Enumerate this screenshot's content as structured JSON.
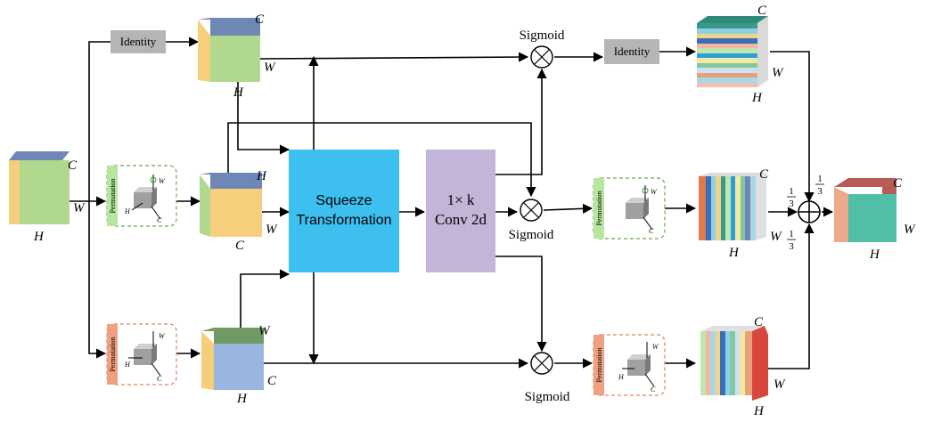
{
  "blocks": {
    "identity": "Identity",
    "squeeze_line1": "Squeeze",
    "squeeze_line2": "Transformation",
    "conv_line1": "1× k",
    "conv_line2": "Conv 2d",
    "sigmoid": "Sigmoid",
    "permutation": "Permutation"
  },
  "dims": {
    "C": "C",
    "H": "H",
    "W": "W"
  },
  "weights": {
    "num": "1",
    "den": "3"
  },
  "colors": {
    "cube_top_blue": "#6f87b5",
    "cube_front_green": "#b0d88f",
    "cube_side_yellow": "#f5cf7c",
    "cube_front_blue": "#99b6e0",
    "cube_top_green": "#6f9a63",
    "squeeze_fill": "#3dbff0",
    "conv_fill": "#c2b5d8",
    "identity_fill": "#b5b5b5",
    "perm_green": "#b6e6a0",
    "perm_orange": "#f0a080",
    "out_front_teal": "#4fbfa8",
    "out_top_red": "#b85a55",
    "out_side_orange": "#eda98a"
  }
}
